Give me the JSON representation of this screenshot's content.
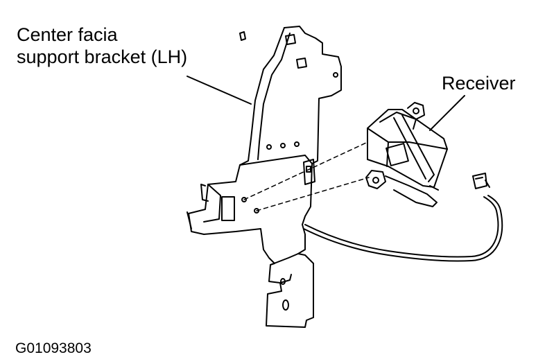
{
  "labels": {
    "bracket_line1": "Center facia",
    "bracket_line2": "support bracket (LH)",
    "receiver": "Receiver"
  },
  "figure_id": "G01093803",
  "colors": {
    "ink": "#000000",
    "background": "#ffffff"
  }
}
